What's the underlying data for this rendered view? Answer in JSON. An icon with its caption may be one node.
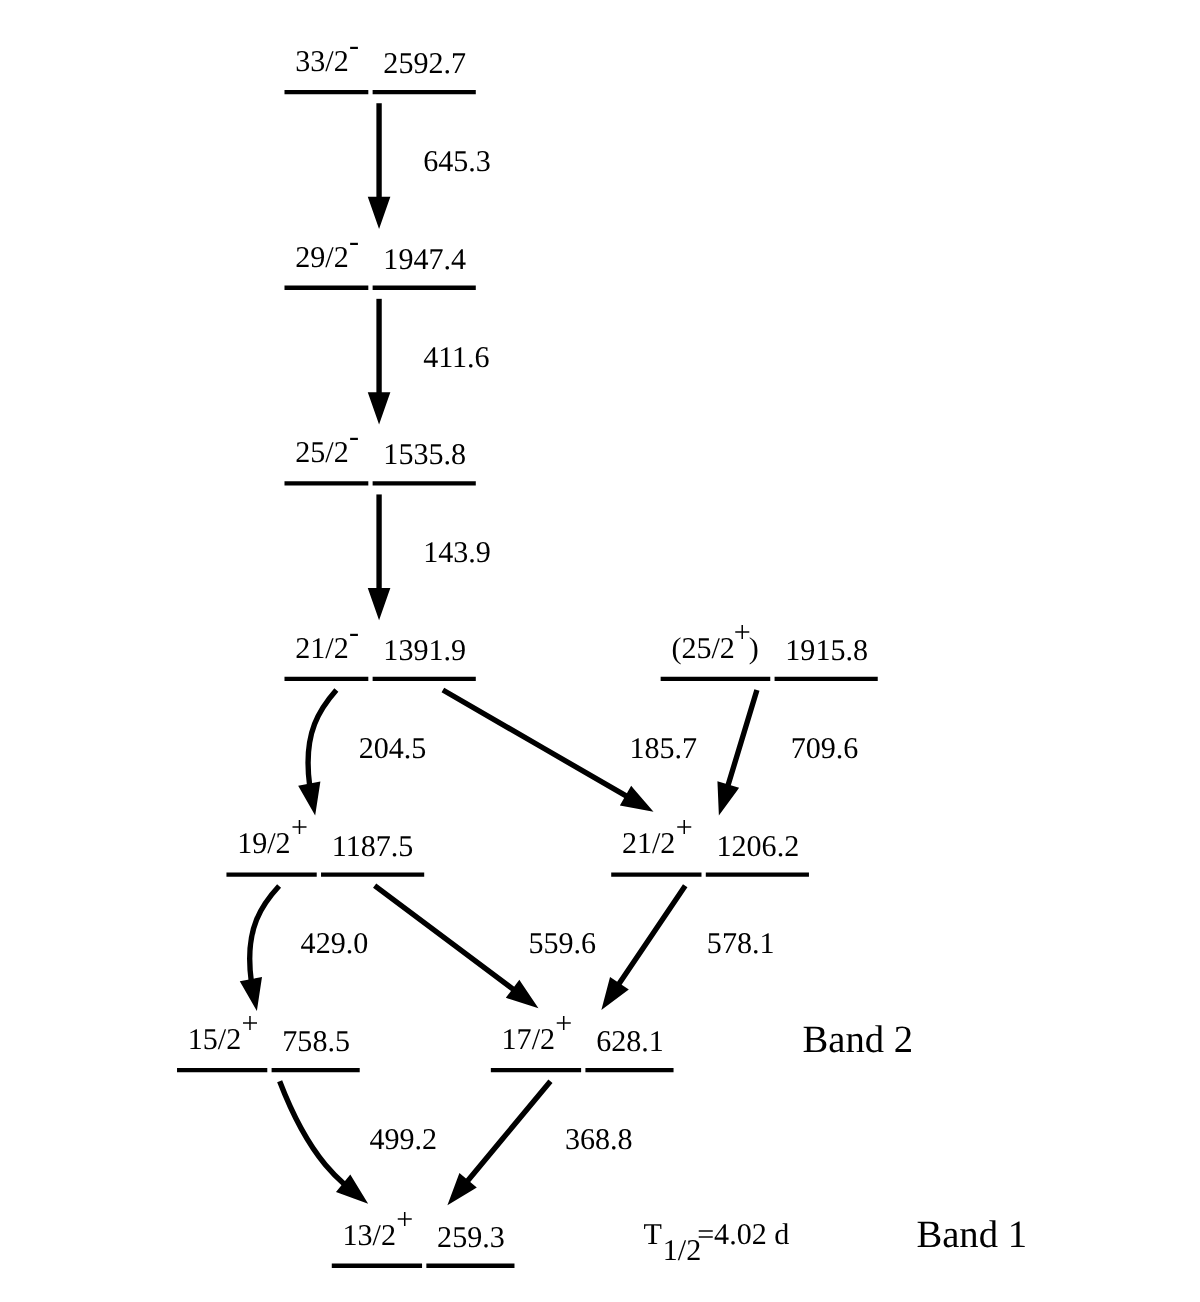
{
  "diagram": {
    "nodes": [
      {
        "text": [
          "33/2$^{-}$",
          "2592.7"
        ]
      },
      {
        "text": [
          "29/2$^{-}$",
          "1947.4"
        ]
      },
      {
        "text": [
          "(25/2$^{+}$)",
          "1915.8"
        ]
      },
      {
        "text": [
          "25/2$^{-}$",
          "1535.8"
        ]
      },
      {
        "text": [
          "21/2$^{-}$",
          "1391.9"
        ]
      },
      {
        "text": [
          "21/2$^{+}$",
          "1206.2"
        ]
      },
      {
        "text": [
          "19/2$^{+}$",
          "1187.5"
        ]
      },
      {
        "text": [
          "15/2$^{+}$",
          "758.5"
        ]
      },
      {
        "text": [
          "17/2$^{+}$",
          "628.1"
        ]
      },
      {
        "text": [
          "13/2$^{+}$",
          "259.3"
        ]
      }
    ],
    "edges": [
      {
        "from": 0,
        "to": 1,
        "arrow": "to",
        "label": "645.3"
      },
      {
        "from": 1,
        "to": 3,
        "arrow": "to",
        "label": "411.6"
      },
      {
        "from": 3,
        "to": 4,
        "arrow": "to",
        "label": "143.9"
      },
      {
        "from": 4,
        "to": 5,
        "arrow": "to",
        "label": "185.7"
      },
      {
        "from": 4,
        "to": 6,
        "arrow": "to",
        "label": "204.5"
      },
      {
        "from": 2,
        "to": 5,
        "arrow": "to",
        "label": "709.6"
      },
      {
        "from": 5,
        "to": 8,
        "arrow": "to",
        "label": "578.1"
      },
      {
        "from": 6,
        "to": 8,
        "arrow": "to",
        "label": "559.6"
      },
      {
        "from": 6,
        "to": 7,
        "arrow": "to",
        "label": "429.0"
      },
      {
        "from": 8,
        "to": 9,
        "arrow": "to",
        "label": "368.8"
      },
      {
        "from": 7,
        "to": 9,
        "arrow": "to",
        "label": "499.2"
      }
    ],
    "labels": [
      "Band 2",
      "T$_{1/2}$=4.02 d",
      "Band 1"
    ]
  }
}
